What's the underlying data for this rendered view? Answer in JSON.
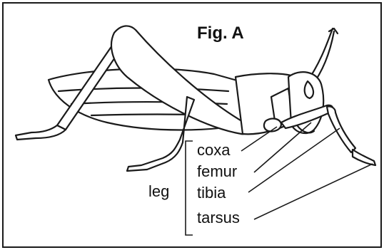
{
  "figure": {
    "title": "Fig. A"
  },
  "labels": {
    "group": "leg",
    "parts": [
      "coxa",
      "femur",
      "tibia",
      "tarsus"
    ]
  },
  "colors": {
    "ink": "#1a1a1a",
    "background": "#ffffff"
  }
}
